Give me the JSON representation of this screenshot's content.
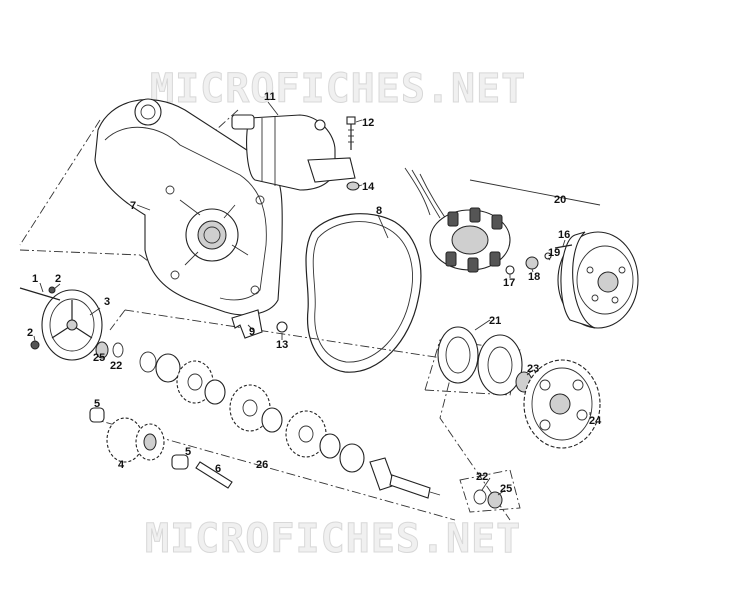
{
  "watermark": {
    "top": "MICROFICHES.NET",
    "bottom": "MICROFICHES.NET"
  },
  "parts": {
    "p1": "1",
    "p2a": "2",
    "p2b": "2",
    "p3": "3",
    "p4": "4",
    "p5a": "5",
    "p5b": "5",
    "p6": "6",
    "p7": "7",
    "p8": "8",
    "p9": "9",
    "p11": "11",
    "p12": "12",
    "p13": "13",
    "p14": "14",
    "p16": "16",
    "p17": "17",
    "p18": "18",
    "p19": "19",
    "p20": "20",
    "p21": "21",
    "p22a": "22",
    "p22b": "22",
    "p23": "23",
    "p24": "24",
    "p25a": "25",
    "p25b": "25",
    "p26": "26"
  },
  "colors": {
    "line": "#222222",
    "watermark": "#d8d8d8",
    "background": "#ffffff"
  }
}
